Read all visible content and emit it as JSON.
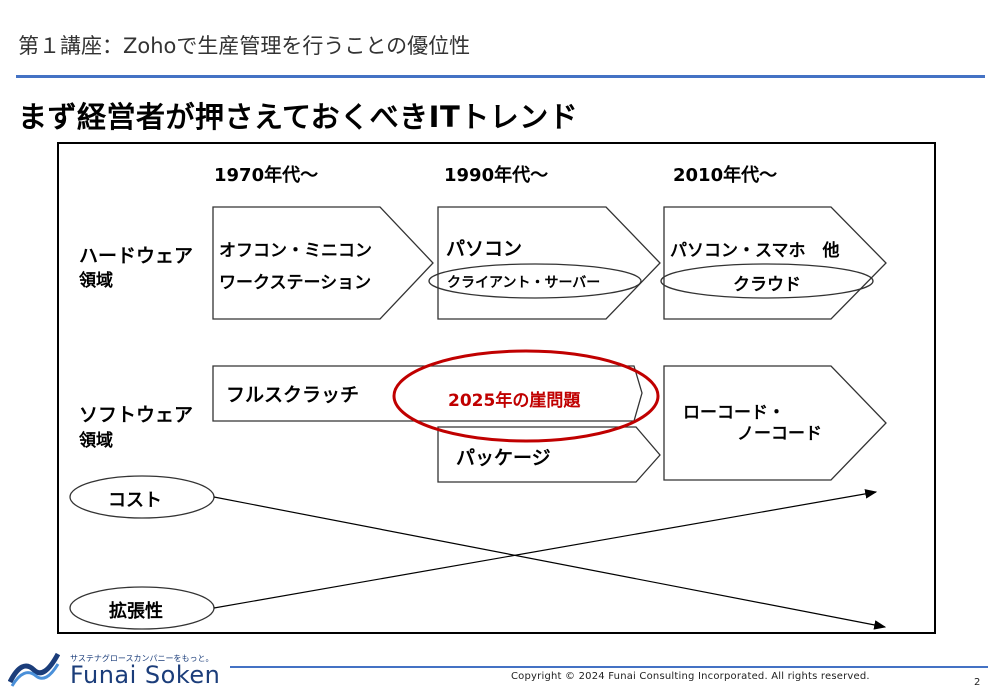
{
  "header": {
    "subtitle": "第１講座：Zohoで生産管理を行うことの優位性",
    "title": "まず経営者が押さえておくべきITトレンド"
  },
  "eras": [
    "1970年代～",
    "1990年代～",
    "2010年代～"
  ],
  "rows": {
    "hardware_line1": "ハードウェア",
    "hardware_line2": "領域",
    "software_line1": "ソフトウェア",
    "software_line2": "領域"
  },
  "hardware": {
    "box1_line1": "オフコン・ミニコン",
    "box1_line2": "ワークステーション",
    "box2_line1": "パソコン",
    "box2_line2": "クライアント・サーバー",
    "box3_line1": "パソコン・スマホ　他",
    "box3_line2": "クラウド"
  },
  "software": {
    "fullscratch": "フルスクラッチ",
    "problem_2025": "2025年の崖問題",
    "package": "パッケージ",
    "lowcode_line1": "ローコード・",
    "lowcode_line2": "ノーコード"
  },
  "trends": {
    "cost": "コスト",
    "scalability": "拡張性"
  },
  "footer": {
    "copyright": "Copyright © 2024 Funai Consulting Incorporated. All rights reserved.",
    "page": "2",
    "logo_tagline": "サステナグロースカンパニーをもっと。",
    "logo_name": "Funai Soken"
  },
  "colors": {
    "accent_rule": "#4472c4",
    "highlight_red": "#c00000",
    "logo_blue": "#1b3d7a"
  }
}
